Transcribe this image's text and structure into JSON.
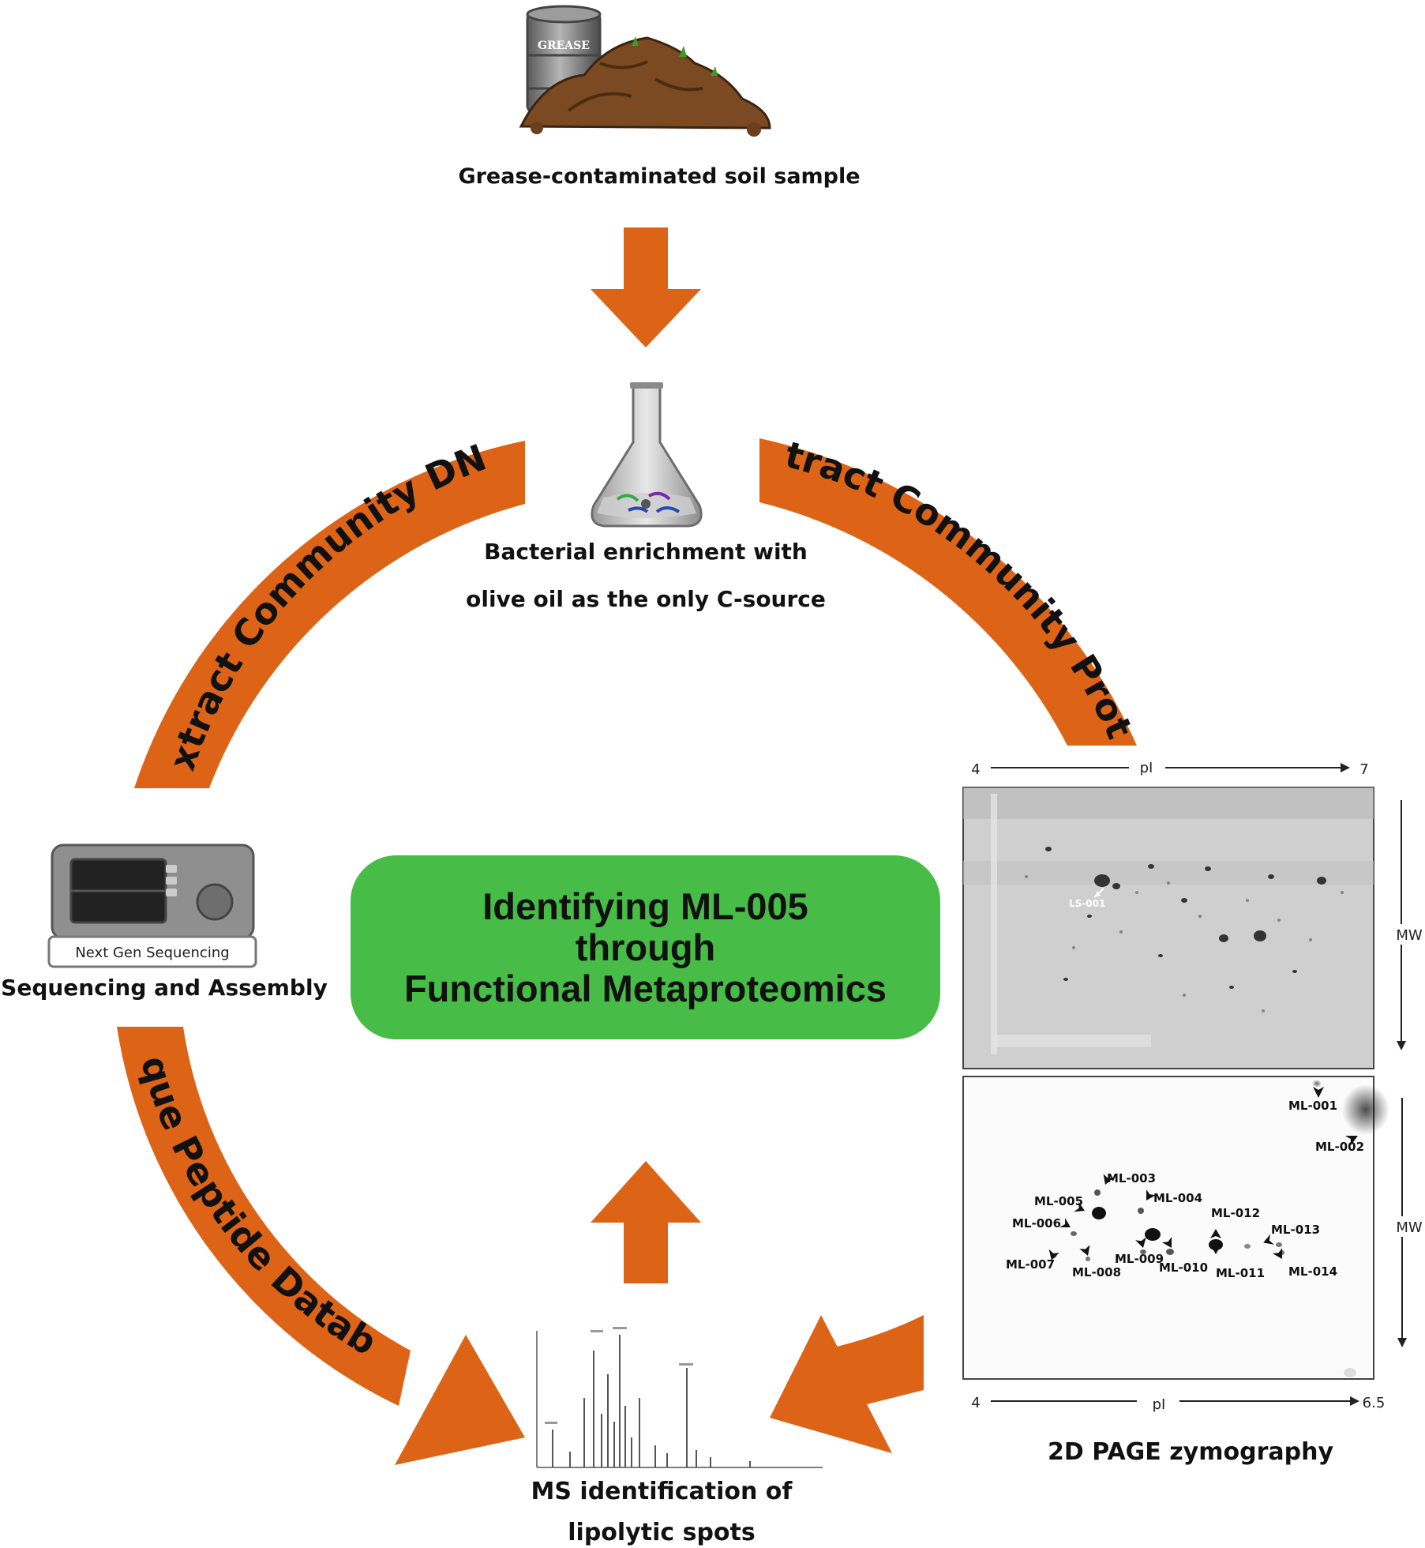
{
  "colors": {
    "arrow": "#dd6417",
    "center_box": "#47bd47",
    "text": "#111111"
  },
  "soil": {
    "barrel_label": "GREASE",
    "caption": "Grease-contaminated soil sample"
  },
  "flask": {
    "caption_line1": "Bacterial enrichment with",
    "caption_line2": "olive oil as the only C-source"
  },
  "arcs": {
    "left_upper": "Extract Community DNA",
    "right_upper": "Extract Community Protein",
    "left_lower": "Unique Peptide Database"
  },
  "sequencer": {
    "device_label": "Next Gen Sequencing",
    "caption": "Sequencing and Assembly"
  },
  "center": {
    "line1": "Identifying ML-005",
    "line2": "through",
    "line3": "Functional Metaproteomics"
  },
  "ms": {
    "caption_line1": "MS identification of",
    "caption_line2": "lipolytic spots"
  },
  "gel_top": {
    "axis_left": "4",
    "axis_title": "pI",
    "axis_right": "7",
    "side_label": "MW",
    "spot_label": "LS-001"
  },
  "gel_bottom": {
    "axis_left": "4",
    "axis_title": "pI",
    "axis_right": "6.5",
    "side_label": "MW",
    "caption": "2D PAGE zymography",
    "spots": [
      "ML-001",
      "ML-002",
      "ML-003",
      "ML-004",
      "ML-005",
      "ML-006",
      "ML-007",
      "ML-008",
      "ML-009",
      "ML-010",
      "ML-011",
      "ML-012",
      "ML-013",
      "ML-014"
    ]
  }
}
